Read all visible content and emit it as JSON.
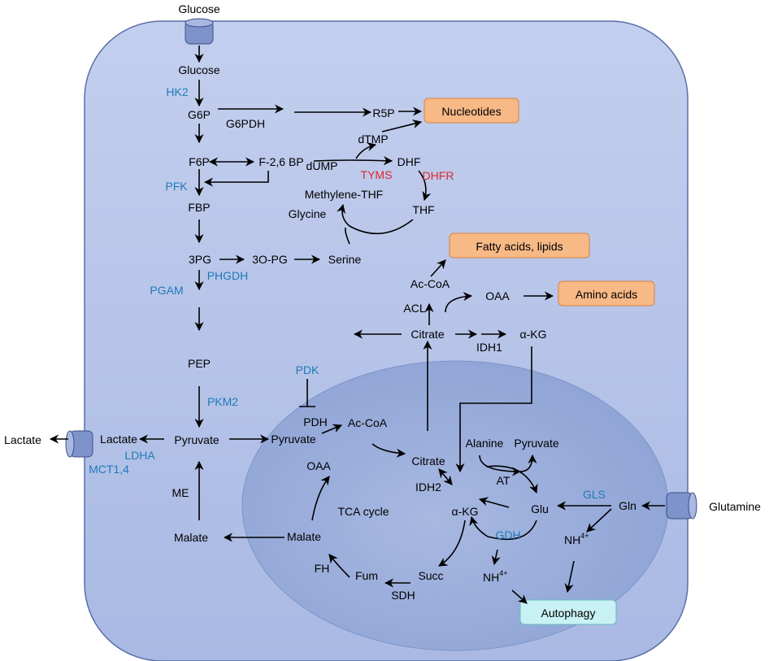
{
  "colors": {
    "cell_fill_top": "#c3cfee",
    "cell_fill_bottom": "#a9b9e3",
    "cell_stroke": "#5a6fa8",
    "mito_fill": "#9aaedb",
    "enzyme": "#1f7ab6",
    "red_enzyme": "#e0262b",
    "product_box_fill": "#f7b986",
    "product_box_stroke": "#d9803f",
    "autophagy_fill": "#c8f1f3",
    "autophagy_stroke": "#66b9bf",
    "transporter": "#7d93c9"
  },
  "external": {
    "glucose": "Glucose",
    "lactate": "Lactate",
    "glutamine": "Glutamine"
  },
  "products": {
    "nucleotides": "Nucleotides",
    "fatty_acids": "Fatty acids, lipids",
    "amino_acids": "Amino acids",
    "autophagy": "Autophagy"
  },
  "metabolites": {
    "glucose_in": "Glucose",
    "g6p": "G6P",
    "r5p": "R5P",
    "f6p": "F6P",
    "f26bp": "F-2,6 BP",
    "dump": "dUMP",
    "dtmp": "dTMP",
    "dhf": "DHF",
    "thf": "THF",
    "methylene_thf": "Methylene-THF",
    "glycine": "Glycine",
    "fbp": "FBP",
    "pg3": "3PG",
    "opg3": "3O-PG",
    "serine": "Serine",
    "pep": "PEP",
    "pyruvate": "Pyruvate",
    "lactate_in": "Lactate",
    "malate_cyto": "Malate",
    "acoa_cyto": "Ac-CoA",
    "oaa_cyto": "OAA",
    "citrate_cyto": "Citrate",
    "akg_cyto": "α-KG",
    "pyruvate_mito": "Pyruvate",
    "acoa_mito": "Ac-CoA",
    "citrate_mito": "Citrate",
    "oaa_mito": "OAA",
    "akg_mito": "α-KG",
    "malate_mito": "Malate",
    "fum": "Fum",
    "succ": "Succ",
    "tca": "TCA cycle",
    "alanine": "Alanine",
    "pyruvate_at": "Pyruvate",
    "glu": "Glu",
    "gln": "Gln",
    "nh4_a": "NH",
    "nh4_b": "NH",
    "nh4_sup": "4+"
  },
  "enzymes": {
    "hk2": "HK2",
    "g6pdh": "G6PDH",
    "pfk": "PFK",
    "tyms": "TYMS",
    "dhfr": "DHFR",
    "pgam": "PGAM",
    "phgdh": "PHGDH",
    "pkm2": "PKM2",
    "pdk": "PDK",
    "pdh": "PDH",
    "ldha": "LDHA",
    "mct": "MCT1,4",
    "me": "ME",
    "acl": "ACL",
    "idh1": "IDH1",
    "idh2": "IDH2",
    "at": "AT",
    "gls": "GLS",
    "gdh": "GDH",
    "fh": "FH",
    "sdh": "SDH"
  }
}
